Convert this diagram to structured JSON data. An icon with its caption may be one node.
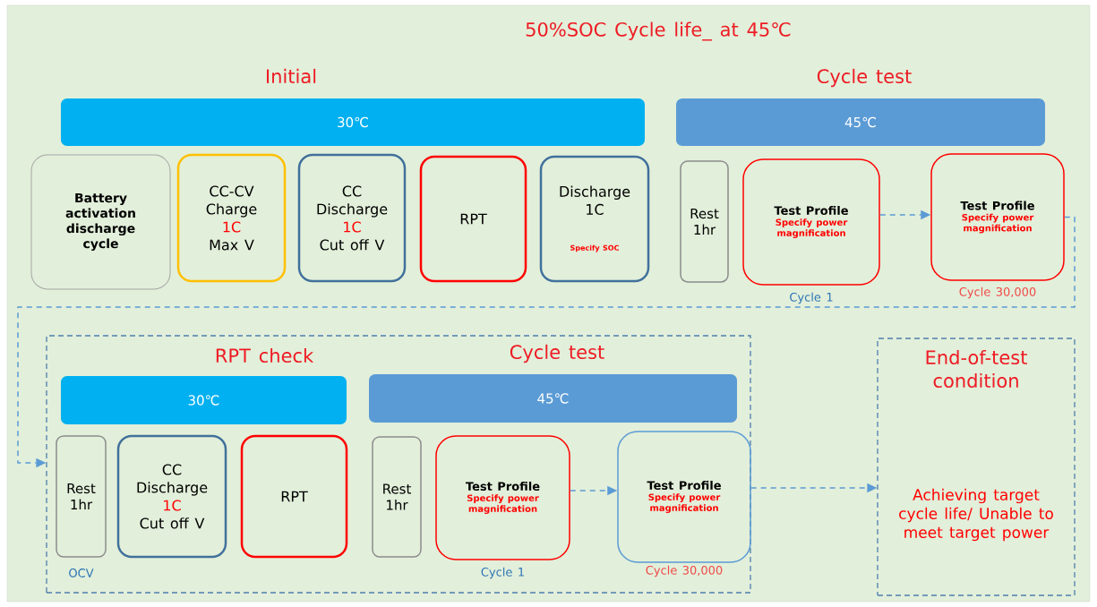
{
  "diagram": {
    "title": "50%SOC Cycle life_ at 45℃",
    "nodes": [
      {
        "text": [
          "Initial",
          "30℃"
        ]
      },
      {
        "text": [
          "Battery activation discharge cycle"
        ]
      },
      {
        "text": [
          "CC-CV Charge",
          "1C",
          "Max V"
        ]
      },
      {
        "text": [
          "CC Discharge",
          "1C",
          "Cut off V"
        ]
      },
      {
        "text": [
          "RPT"
        ]
      },
      {
        "text": [
          "Discharge 1C",
          "Specify SOC"
        ]
      },
      {
        "text": [
          "Cycle test",
          "45℃"
        ]
      },
      {
        "text": [
          "Rest 1hr"
        ]
      },
      {
        "text": [
          "Test Profile",
          "Specify power magnification"
        ],
        "beside": [
          "Cycle 1"
        ]
      },
      {
        "text": [
          "Test Profile",
          "Specify power magnification"
        ],
        "beside": [
          "Cycle 30,000"
        ]
      },
      {
        "text": [],
        "shape": "box"
      },
      {
        "text": [
          "RPT check",
          "30℃"
        ],
        "in": 10
      },
      {
        "text": [
          "Rest 1hr"
        ],
        "in": 10,
        "beside": [
          "OCV"
        ]
      },
      {
        "text": [
          "CC Discharge",
          "1C",
          "Cut off V"
        ],
        "in": 10
      },
      {
        "text": [
          "RPT"
        ],
        "in": 10
      },
      {
        "text": [
          "Cycle test",
          "45℃"
        ],
        "in": 10
      },
      {
        "text": [
          "Rest 1hr"
        ],
        "in": 10
      },
      {
        "text": [
          "Test Profile",
          "Specify power magnification"
        ],
        "in": 10,
        "beside": [
          "Cycle 1"
        ]
      },
      {
        "text": [
          "Test Profile",
          "Specify power magnification"
        ],
        "in": 10,
        "beside": [
          "Cycle 30,000"
        ]
      },
      {
        "text": [
          "End-of-test condition",
          "Achieving target cycle life/ Unable to meet target power"
        ]
      }
    ],
    "edges": [
      {
        "from": 8,
        "to": 9,
        "arrow": "to",
        "style": "dashed"
      },
      {
        "from": 9,
        "to": 10,
        "arrow": "to",
        "style": "dashed"
      },
      {
        "from": 10,
        "to": 19,
        "arrow": "to",
        "style": "dashed"
      },
      {
        "from": 17,
        "to": 18,
        "arrow": "to",
        "style": "dashed"
      }
    ]
  }
}
